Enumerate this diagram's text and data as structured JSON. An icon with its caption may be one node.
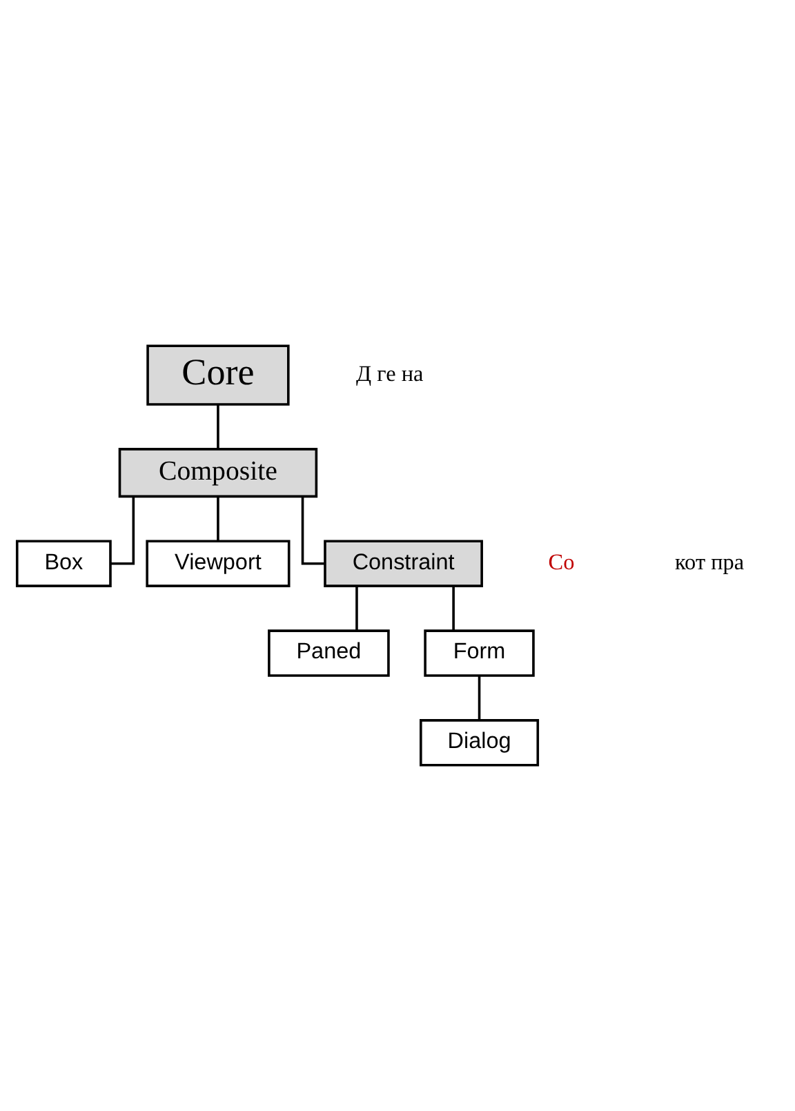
{
  "diagram": {
    "nodes": [
      {
        "text": [
          "Core"
        ]
      },
      {
        "text": [
          "Composite"
        ]
      },
      {
        "text": [
          "Box"
        ]
      },
      {
        "text": [
          "Viewport"
        ]
      },
      {
        "text": [
          "Constraint"
        ]
      },
      {
        "text": [
          "Paned"
        ]
      },
      {
        "text": [
          "Form"
        ]
      },
      {
        "text": [
          "Dialog"
        ]
      }
    ],
    "edges": [
      {
        "from": 0,
        "to": 1,
        "arrow": "none"
      },
      {
        "from": 1,
        "to": 2,
        "arrow": "none"
      },
      {
        "from": 1,
        "to": 3,
        "arrow": "none"
      },
      {
        "from": 1,
        "to": 4,
        "arrow": "none"
      },
      {
        "from": 4,
        "to": 5,
        "arrow": "none"
      },
      {
        "from": 4,
        "to": 6,
        "arrow": "none"
      },
      {
        "from": 6,
        "to": 7,
        "arrow": "none"
      }
    ],
    "labels": [
      "Д ге на",
      "Co",
      "кот пра"
    ]
  }
}
